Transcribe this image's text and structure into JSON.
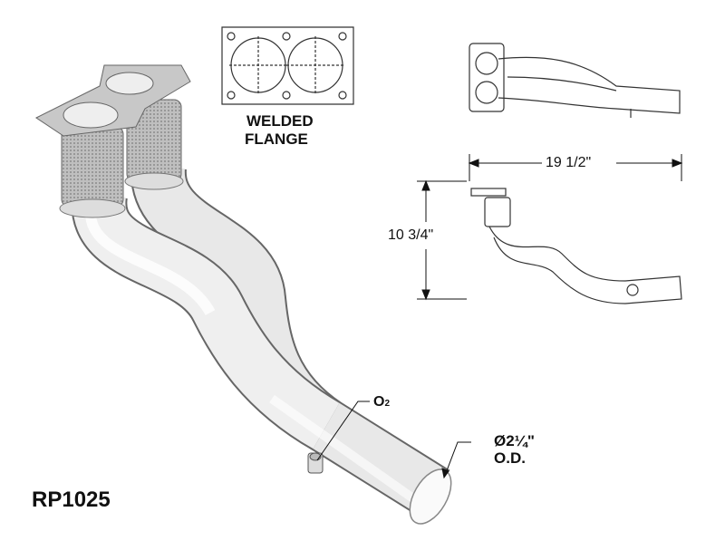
{
  "flange_label": {
    "line1": "WELDED",
    "line2": "FLANGE"
  },
  "dimensions": {
    "length": "19 1/2\"",
    "height": "10 3/4\""
  },
  "sensor_label": {
    "main": "O",
    "sub": "2"
  },
  "outlet_label": {
    "diameter": "Ø2¼\"",
    "type": "O.D."
  },
  "part_number": "RP1025",
  "colors": {
    "line": "#111111",
    "pipe_light": "#f2f2f2",
    "pipe_mid": "#d4d4d4",
    "pipe_dark": "#a8a8a8"
  }
}
